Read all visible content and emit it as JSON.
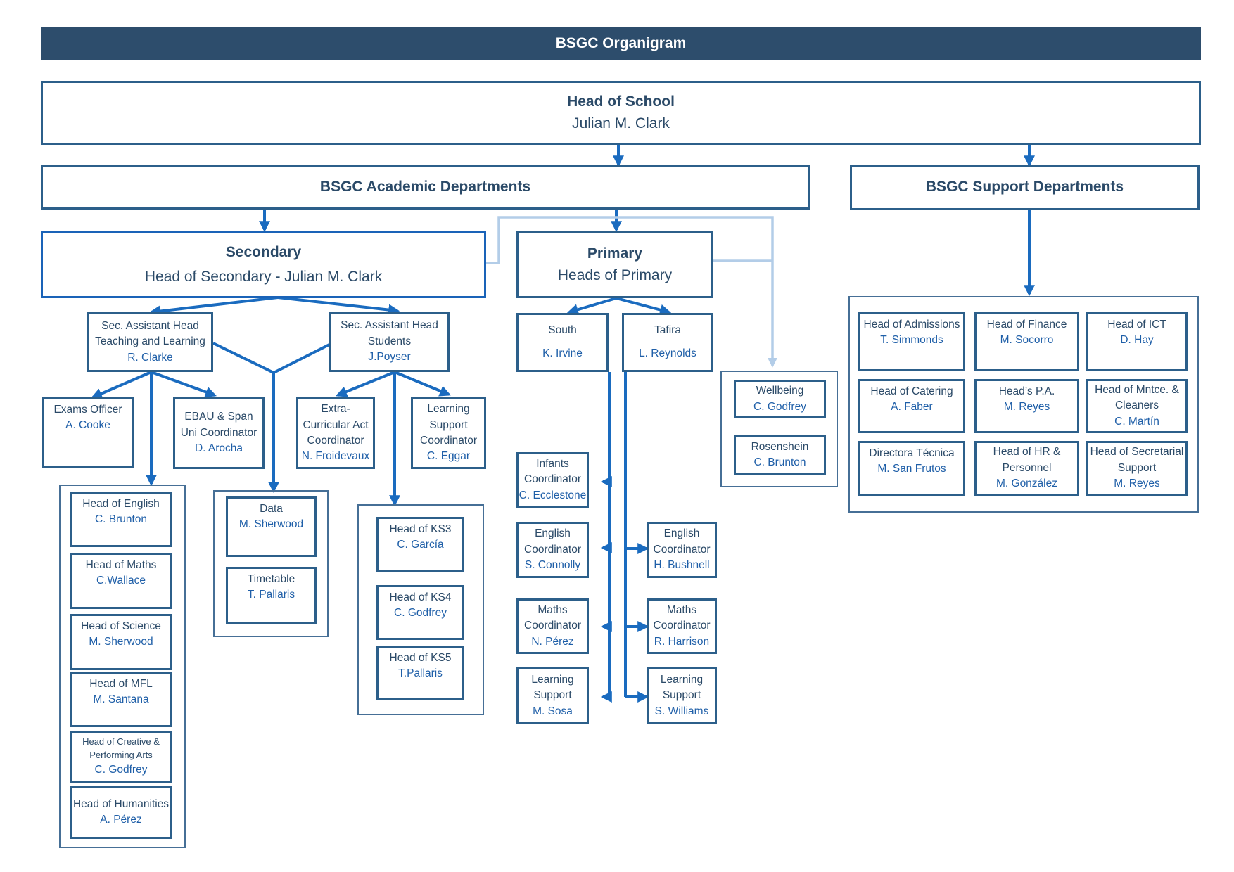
{
  "title": "BSGC Organigram",
  "head_of_school": {
    "title": "Head of School",
    "name": "Julian M. Clark"
  },
  "academic": {
    "title": "BSGC Academic  Departments"
  },
  "support": {
    "title": "BSGC Support  Departments",
    "heads": [
      {
        "title": "Head of Admissions",
        "name": "T. Simmonds"
      },
      {
        "title": "Head  of Finance",
        "name": "M. Socorro"
      },
      {
        "title": "Head  of  ICT",
        "name": "D. Hay"
      },
      {
        "title": "Head of Catering",
        "name": "A. Faber"
      },
      {
        "title": "Head’s  P.A.",
        "name": "M. Reyes"
      },
      {
        "title": "Head of Mntce. & Cleaners",
        "name": "C. Martín"
      },
      {
        "title": "Directora Técnica",
        "name": "M. San Frutos"
      },
      {
        "title": "Head of HR & Personnel",
        "name": "M. González"
      },
      {
        "title": "Head of Secretarial Support",
        "name": "M. Reyes"
      }
    ]
  },
  "secondary": {
    "title": "Secondary",
    "subtitle": "Head of Secondary  - Julian M. Clark",
    "assistant_tl": {
      "title": "Sec. Assistant Head Teaching and Learning",
      "name": "R. Clarke"
    },
    "assistant_st": {
      "title": "Sec. Assistant Head Students",
      "name": "J.Poyser"
    },
    "exams": {
      "title": "Exams Officer",
      "name": "A. Cooke"
    },
    "ebau": {
      "title": "EBAU & Span Uni Coordinator",
      "name": "D. Arocha"
    },
    "extra": {
      "title": "Extra- Curricular Act Coordinator",
      "name": "N. Froidevaux"
    },
    "learning": {
      "title": "Learning Support Coordinator",
      "name": "C. Eggar"
    },
    "subject_heads": [
      {
        "title": "Head of English",
        "name": "C. Brunton"
      },
      {
        "title": "Head of Maths",
        "name": "C.Wallace"
      },
      {
        "title": "Head of Science",
        "name": "M. Sherwood"
      },
      {
        "title": "Head of MFL",
        "name": "M. Santana"
      },
      {
        "title": "Head of Creative & Performing Arts",
        "name": "C. Godfrey"
      },
      {
        "title": "Head of Humanities",
        "name": "A. Pérez"
      }
    ],
    "data_roles": [
      {
        "title": "Data",
        "name": "M. Sherwood"
      },
      {
        "title": "Timetable",
        "name": "T. Pallaris"
      }
    ],
    "key_stages": [
      {
        "title": "Head of KS3",
        "name": "C. García"
      },
      {
        "title": "Head of KS4",
        "name": "C. Godfrey"
      },
      {
        "title": "Head of KS5",
        "name": "T.Pallaris"
      }
    ]
  },
  "primary": {
    "title": "Primary",
    "subtitle": "Heads of Primary",
    "south": {
      "title": "South",
      "name": "K. Irvine"
    },
    "tafira": {
      "title": "Tafira",
      "name": "L. Reynolds"
    },
    "south_roles": [
      {
        "title": "Infants Coordinator",
        "name": "C. Ecclestone"
      },
      {
        "title": "English Coordinator",
        "name": "S. Connolly"
      },
      {
        "title": "Maths Coordinator",
        "name": "N. Pérez"
      },
      {
        "title": "Learning Support",
        "name": "M. Sosa"
      }
    ],
    "tafira_roles": [
      {
        "title": "English Coordinator",
        "name": "H. Bushnell"
      },
      {
        "title": "Maths Coordinator",
        "name": "R. Harrison"
      },
      {
        "title": "Learning Support",
        "name": "S. Williams"
      }
    ]
  },
  "wellbeing": [
    {
      "title": "Wellbeing",
      "name": "C. Godfrey"
    },
    {
      "title": "Rosenshein",
      "name": "C. Brunton"
    }
  ]
}
